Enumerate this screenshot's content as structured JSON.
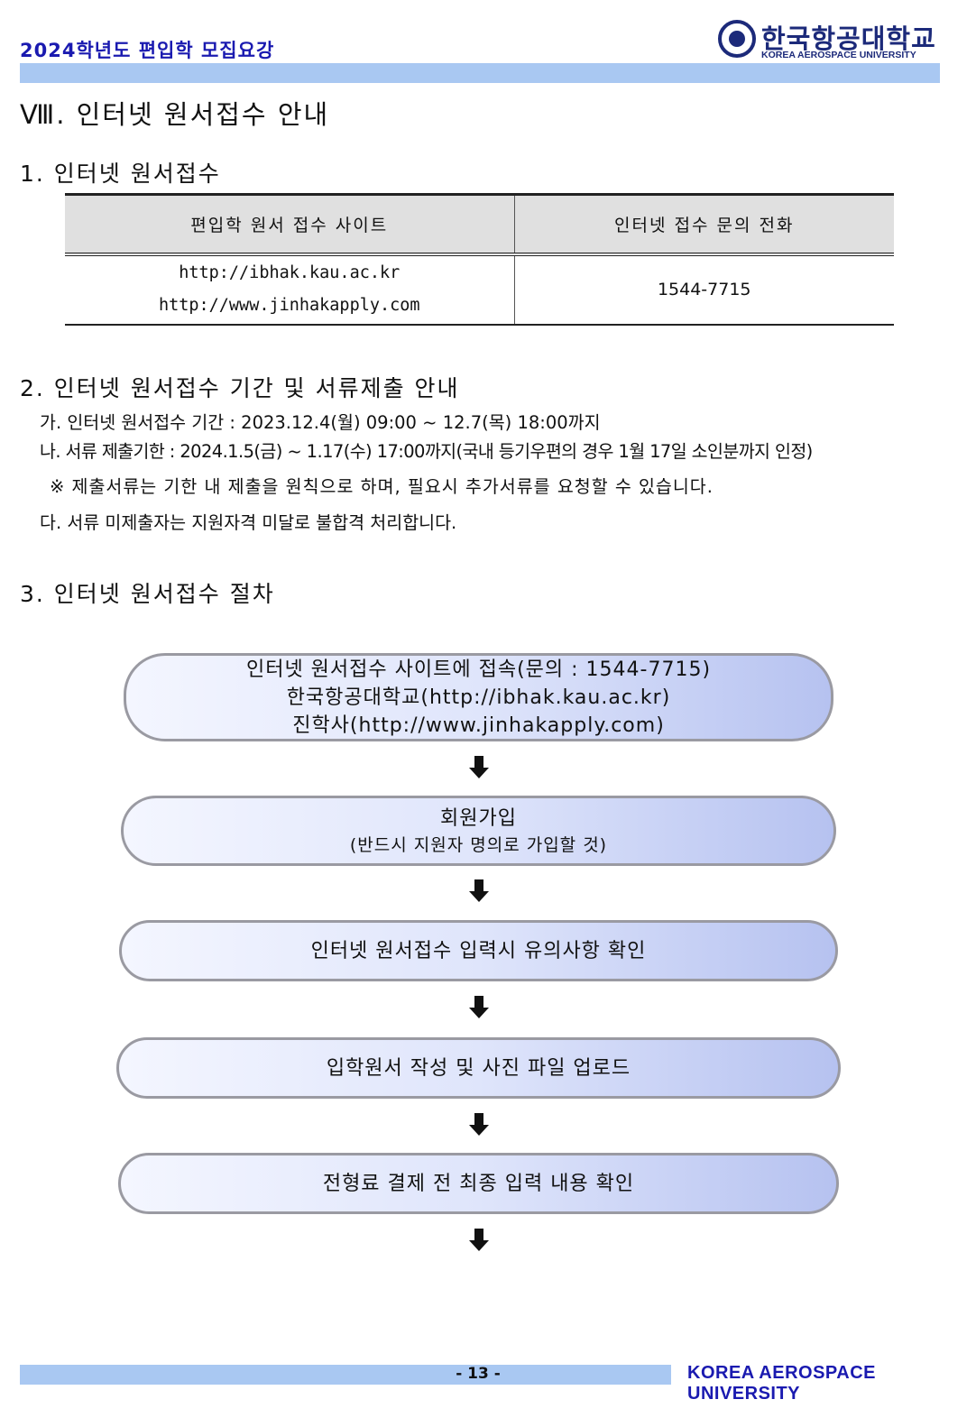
{
  "header": {
    "title": "2024학년도 편입학 모집요강",
    "logo_kr": "한국항공대학교",
    "logo_en": "KOREA AEROSPACE UNIVERSITY"
  },
  "section_title": "Ⅷ. 인터넷 원서접수 안내",
  "s1": {
    "heading": "1. 인터넷 원서접수",
    "table": {
      "col1_header": "편입학 원서 접수 사이트",
      "col2_header": "인터넷 접수 문의 전화",
      "site1": "http://ibhak.kau.ac.kr",
      "site2": "http://www.jinhakapply.com",
      "phone": "1544-7715"
    }
  },
  "s2": {
    "heading": "2. 인터넷 원서접수 기간 및 서류제출 안내",
    "line_ga": "가. 인터넷 원서접수 기간 : 2023.12.4(월) 09:00 ~ 12.7(목) 18:00까지",
    "line_na": "나. 서류 제출기한 : 2024.1.5(금) ~ 1.17(수) 17:00까지(국내 등기우편의 경우 1월 17일 소인분까지 인정)",
    "note": "※ 제출서류는 기한 내 제출을 원칙으로 하며, 필요시 추가서류를 요청할 수 있습니다.",
    "line_da": "다. 서류 미제출자는 지원자격 미달로 불합격 처리합니다."
  },
  "s3": {
    "heading": "3. 인터넷 원서접수 절차",
    "steps": [
      {
        "line1": "인터넷 원서접수 사이트에 접속(문의 : 1544-7715)",
        "line2": "한국항공대학교(http://ibhak.kau.ac.kr)",
        "line3": "진학사(http://www.jinhakapply.com)"
      },
      {
        "line1": "회원가입",
        "line2": "(반드시 지원자 명의로 가입할 것)"
      },
      {
        "line1": "인터넷 원서접수 입력시 유의사항 확인"
      },
      {
        "line1": "입학원서 작성 및 사진 파일 업로드"
      },
      {
        "line1": "전형료 결제 전 최종 입력 내용 확인"
      }
    ]
  },
  "footer": {
    "page": "- 13 -",
    "university": "KOREA AEROSPACE UNIVERSITY"
  },
  "colors": {
    "accent_bar": "#a9c8f2",
    "title_blue": "#1a1ab0",
    "logo_navy": "#1c2a7a"
  }
}
